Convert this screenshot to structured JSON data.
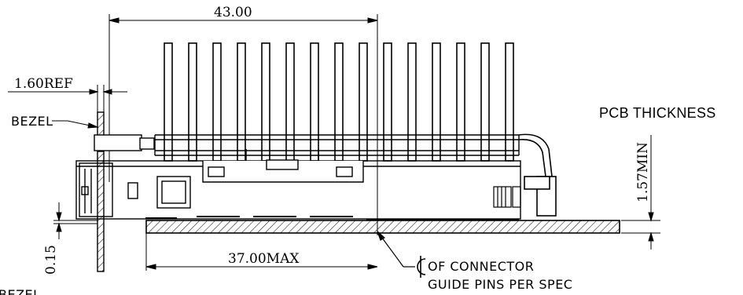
{
  "drawing": {
    "dim_length": "43.00",
    "dim_ref": "1.60REF",
    "dim_max": "37.00MAX",
    "dim_gap": "0.15",
    "dim_pcb": "1.57MIN",
    "label_bezel_top": "BEZEL",
    "label_bezel_bottom": "BEZEL",
    "label_pcb": "PCB THICKNESS",
    "label_cl_1": "OF CONNECTOR",
    "label_cl_2": "GUIDE PINS PER SPEC"
  }
}
